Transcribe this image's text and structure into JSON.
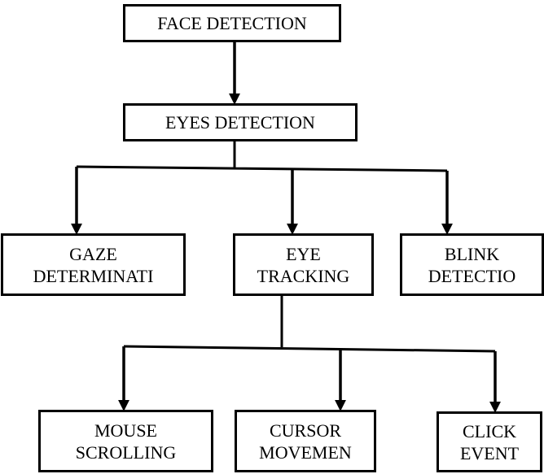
{
  "diagram": {
    "nodes": {
      "face": {
        "label": "FACE DETECTION"
      },
      "eyes": {
        "label": "EYES DETECTION"
      },
      "gaze": {
        "line1": "GAZE",
        "line2": "DETERMINATI"
      },
      "tracking": {
        "line1": "EYE",
        "line2": "TRACKING"
      },
      "blink": {
        "line1": "BLINK",
        "line2": "DETECTIO"
      },
      "mouse": {
        "line1": "MOUSE",
        "line2": "SCROLLING"
      },
      "cursor": {
        "line1": "CURSOR",
        "line2": "MOVEMEN"
      },
      "click": {
        "line1": "CLICK",
        "line2": "EVENT"
      }
    },
    "edges": [
      {
        "from": "face",
        "to": "eyes"
      },
      {
        "from": "eyes",
        "to": "gaze"
      },
      {
        "from": "eyes",
        "to": "tracking"
      },
      {
        "from": "eyes",
        "to": "blink"
      },
      {
        "from": "tracking",
        "to": "mouse"
      },
      {
        "from": "tracking",
        "to": "cursor"
      },
      {
        "from": "tracking",
        "to": "click"
      }
    ]
  }
}
